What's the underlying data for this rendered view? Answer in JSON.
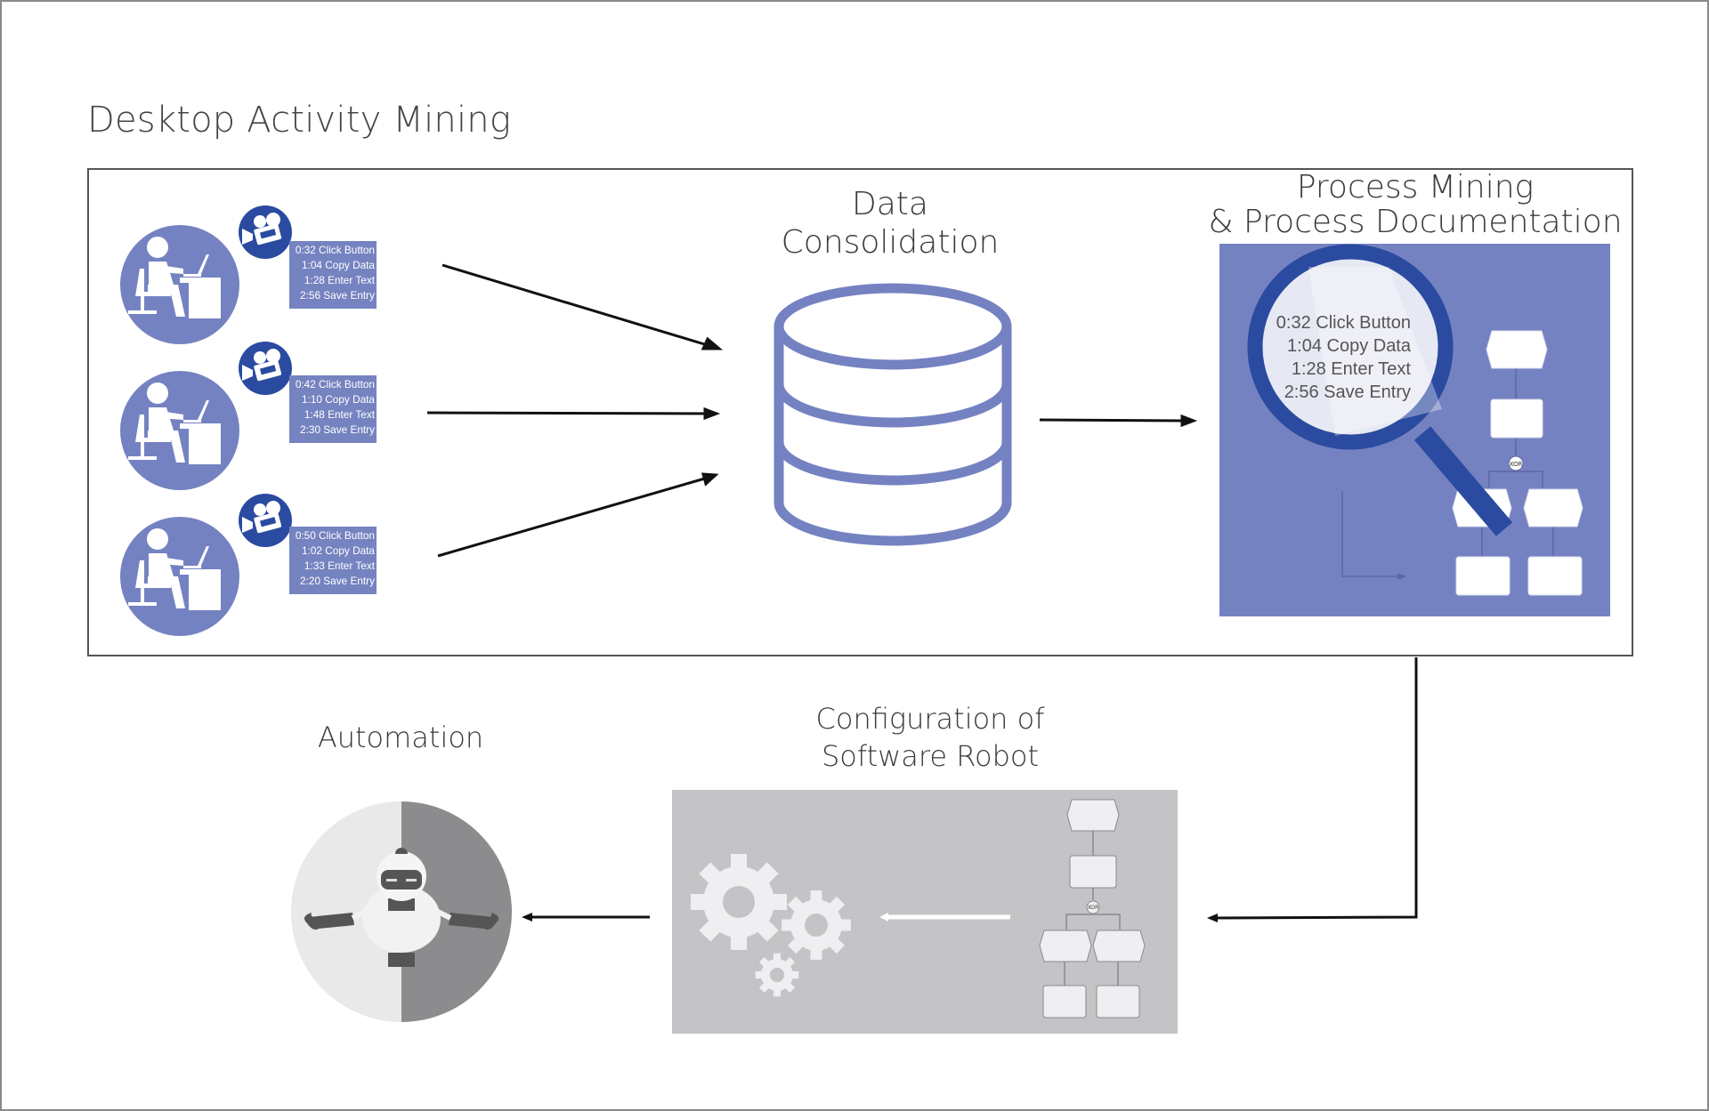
{
  "title": "Desktop Activity Mining",
  "colors": {
    "accent_blue": "#7582c1",
    "dark_blue": "#2b4ba0",
    "config_gray": "#c4c3c6",
    "robot_dark": "#8c8c8e",
    "robot_light": "#e9e9ea",
    "border": "#555555",
    "arrow": "#111111"
  },
  "users": [
    {
      "icon": "user-at-desk",
      "recorder_icon": "video-camera",
      "log": [
        "0:32 Click Button",
        "1:04 Copy Data",
        "1:28 Enter Text",
        "2:56 Save Entry"
      ]
    },
    {
      "icon": "user-at-desk",
      "recorder_icon": "video-camera",
      "log": [
        "0:42 Click Button",
        "1:10 Copy Data",
        "1:48 Enter Text",
        "2:30 Save Entry"
      ]
    },
    {
      "icon": "user-at-desk",
      "recorder_icon": "video-camera",
      "log": [
        "0:50 Click Button",
        "1:02 Copy Data",
        "1:33 Enter Text",
        "2:20 Save Entry"
      ]
    }
  ],
  "data_consolidation": {
    "label_line1": "Data",
    "label_line2": "Consolidation",
    "icon": "database"
  },
  "process_mining": {
    "label_line1": "Process Mining",
    "label_line2": "& Process Documentation",
    "magnified_log": [
      "0:32 Click Button",
      "1:04 Copy Data",
      "1:28 Enter Text",
      "2:56 Save Entry"
    ],
    "gateway_label": "XOR"
  },
  "configuration": {
    "label_line1": "Configuration of",
    "label_line2": "Software Robot",
    "gateway_label": "XOR",
    "icon": "gears"
  },
  "automation": {
    "label": "Automation",
    "icon": "robot"
  }
}
